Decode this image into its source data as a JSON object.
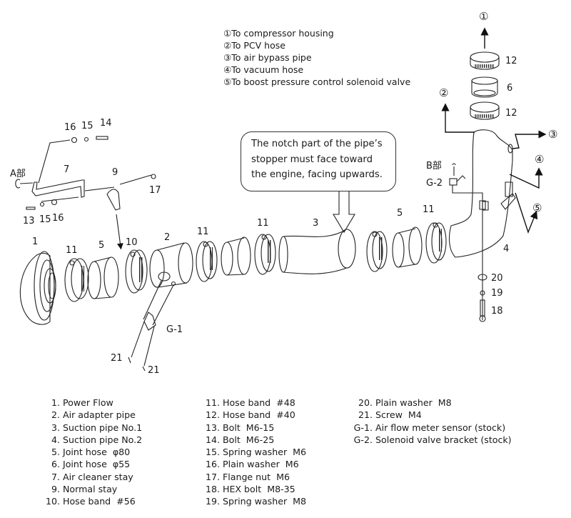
{
  "destinations": [
    {
      "marker": "①",
      "text": "To compressor housing"
    },
    {
      "marker": "②",
      "text": "To PCV hose"
    },
    {
      "marker": "③",
      "text": "To air bypass pipe"
    },
    {
      "marker": "④",
      "text": "To vacuum hose"
    },
    {
      "marker": "⑤",
      "text": "To boost pressure control solenoid valve"
    }
  ],
  "note": {
    "lines": [
      "The notch part of the pipe’s",
      "stopper must face toward",
      "the engine, facing upwards."
    ]
  },
  "callouts": {
    "part_1": "1",
    "part_2": "2",
    "part_3": "3",
    "part_4": "4",
    "part_5a": "5",
    "part_5b": "5",
    "part_6": "6",
    "part_7": "7",
    "part_9": "9",
    "part_10": "10",
    "part_11a": "11",
    "part_11b": "11",
    "part_11c": "11",
    "part_11d": "11",
    "part_12a": "12",
    "part_12b": "12",
    "part_13": "13",
    "part_14": "14",
    "part_15a": "15",
    "part_15b": "15",
    "part_16a": "16",
    "part_16b": "16",
    "part_17": "17",
    "part_18": "18",
    "part_19": "19",
    "part_20": "20",
    "part_21a": "21",
    "part_21b": "21",
    "g1": "G-1",
    "g2": "G-2",
    "detail_a": "A部",
    "detail_b": "B部",
    "dest_1": "①",
    "dest_2": "②",
    "dest_3": "③",
    "dest_4": "④",
    "dest_5": "⑤"
  },
  "parts_list": {
    "col1": [
      {
        "num": "1.",
        "name": "Power Flow"
      },
      {
        "num": "2.",
        "name": "Air adapter pipe"
      },
      {
        "num": "3.",
        "name": "Suction pipe No.1"
      },
      {
        "num": "4.",
        "name": "Suction pipe No.2"
      },
      {
        "num": "5.",
        "name": "Joint hose  φ80"
      },
      {
        "num": "6.",
        "name": "Joint hose  φ55"
      },
      {
        "num": "7.",
        "name": "Air cleaner stay"
      },
      {
        "num": "9.",
        "name": "Normal stay"
      },
      {
        "num": "10.",
        "name": "Hose band  #56"
      }
    ],
    "col2": [
      {
        "num": "11.",
        "name": "Hose band  #48"
      },
      {
        "num": "12.",
        "name": "Hose band  #40"
      },
      {
        "num": "13.",
        "name": "Bolt  M6-15"
      },
      {
        "num": "14.",
        "name": "Bolt  M6-25"
      },
      {
        "num": "15.",
        "name": "Spring washer  M6"
      },
      {
        "num": "16.",
        "name": "Plain washer  M6"
      },
      {
        "num": "17.",
        "name": "Flange nut  M6"
      },
      {
        "num": "18.",
        "name": "HEX bolt  M8-35"
      },
      {
        "num": "19.",
        "name": "Spring washer  M8"
      }
    ],
    "col3": [
      {
        "num": "20.",
        "name": "Plain washer  M8"
      },
      {
        "num": "21.",
        "name": "Screw  M4"
      },
      {
        "num": "G-1.",
        "name": "Air flow meter sensor (stock)"
      },
      {
        "num": "G-2.",
        "name": "Solenoid valve bracket (stock)"
      }
    ]
  }
}
